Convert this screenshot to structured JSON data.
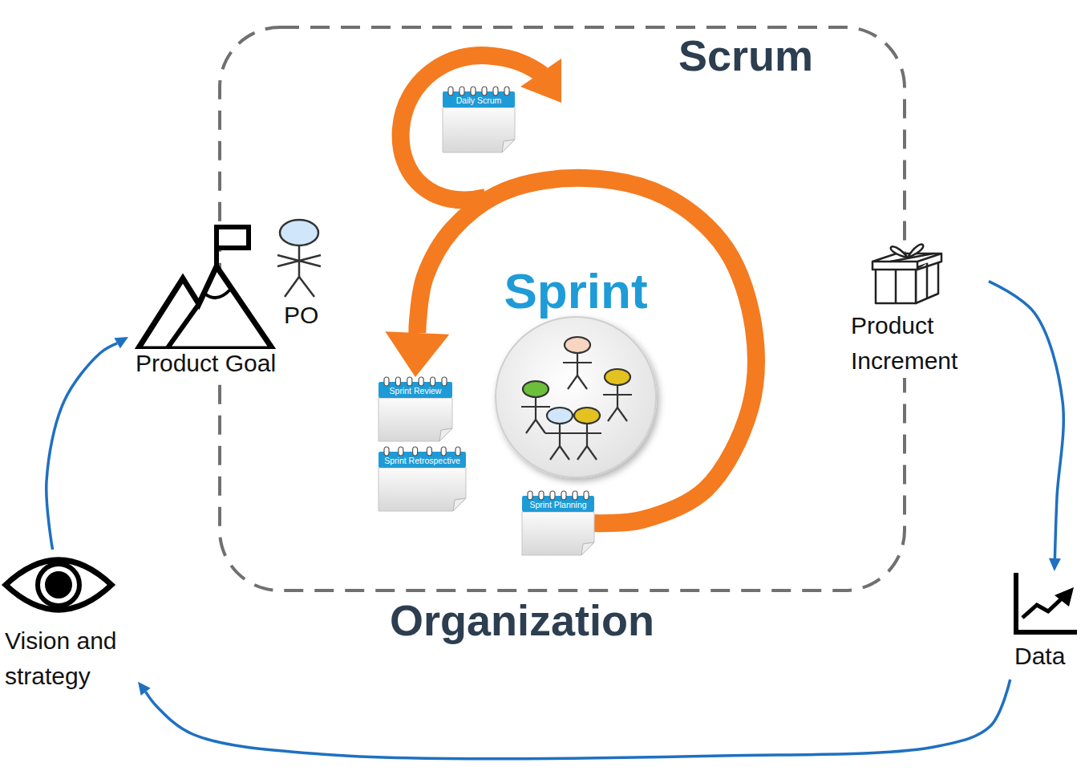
{
  "diagram": {
    "nodes": [
      {
        "text": [
          "Scrum"
        ]
      },
      {
        "text": [
          "Daily Scrum"
        ],
        "in": 0
      },
      {
        "text": [
          "Sprint"
        ],
        "in": 0
      },
      {
        "text": [
          "Sprint Review"
        ],
        "in": 0
      },
      {
        "text": [
          "Sprint Retrospective"
        ],
        "in": 0
      },
      {
        "text": [
          "Sprint Planning"
        ],
        "in": 0
      },
      {
        "text": [
          "Product Goal"
        ]
      },
      {
        "text": [
          "Product Increment"
        ]
      },
      {
        "text": [
          "Data"
        ]
      },
      {
        "text": [
          "Vision and strategy"
        ]
      }
    ],
    "edges": [
      {
        "from": 7,
        "to": 8,
        "arrow": "to"
      },
      {
        "from": 8,
        "to": 9,
        "arrow": "to"
      },
      {
        "from": 9,
        "to": 6,
        "arrow": "to"
      },
      {
        "from": 5,
        "to": 3,
        "arrow": "to"
      }
    ],
    "labels": [
      "PO",
      "Organization"
    ]
  }
}
